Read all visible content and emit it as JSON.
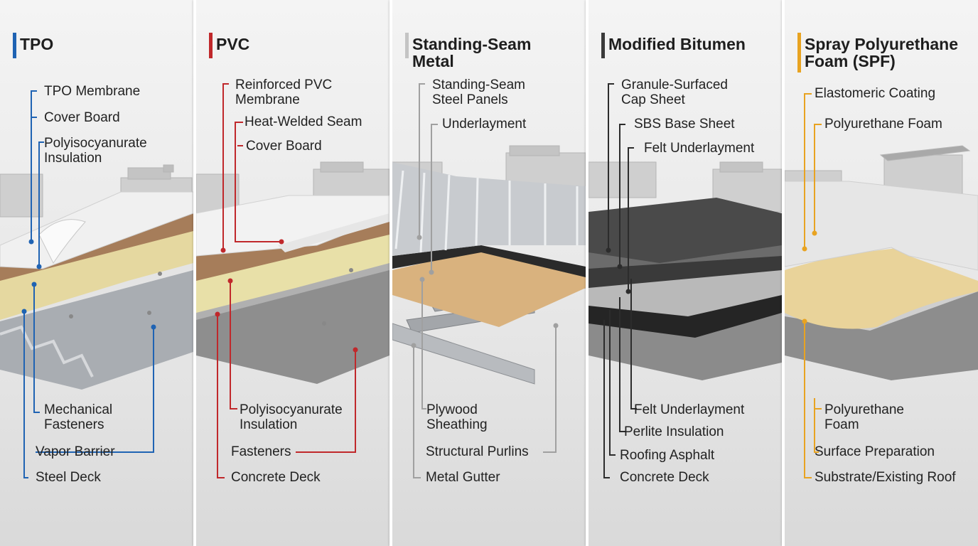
{
  "colors": {
    "tpo": "#1f63b3",
    "pvc": "#c0282b",
    "metal": "#9a9a9a",
    "bitumen": "#3a3a3a",
    "spf": "#e8a321"
  },
  "panels": [
    {
      "title": "TPO",
      "labels": [
        "TPO Membrane",
        "Cover Board",
        "Polyisocyanurate\nInsulation",
        "Mechanical\nFasteners",
        "Vapor Barrier",
        "Steel Deck"
      ]
    },
    {
      "title": "PVC",
      "labels": [
        "Reinforced PVC\nMembrane",
        "Heat-Welded Seam",
        "Cover Board",
        "Polyisocyanurate\nInsulation",
        "Fasteners",
        "Concrete Deck"
      ]
    },
    {
      "title": "Standing-Seam Metal",
      "labels": [
        "Standing-Seam\nSteel Panels",
        "Underlayment",
        "Plywood\nSheathing",
        "Structural Purlins",
        "Metal Gutter"
      ]
    },
    {
      "title": "Modified Bitumen",
      "labels": [
        "Granule-Surfaced\nCap Sheet",
        "SBS Base Sheet",
        "Felt Underlayment",
        "Felt Underlayment",
        "Perlite Insulation",
        "Roofing Asphalt",
        "Concrete Deck"
      ]
    },
    {
      "title": "Spray Polyurethane\nFoam (SPF)",
      "labels": [
        "Elastomeric Coating",
        "Polyurethane Foam",
        "Polyurethane\nFoam",
        "Surface Preparation",
        "Substrate/Existing Roof"
      ]
    }
  ]
}
